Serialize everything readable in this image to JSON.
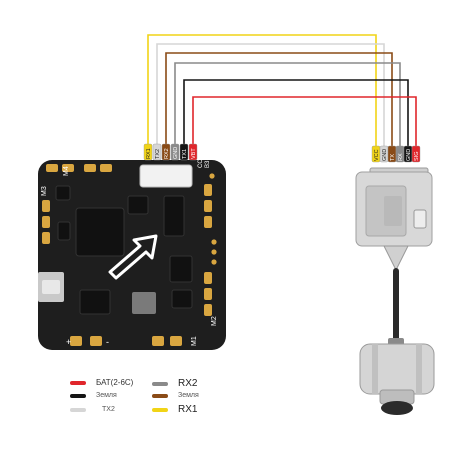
{
  "colors": {
    "red": "#e0262b",
    "black": "#151515",
    "white": "#d6d6d6",
    "gray": "#8a8a8a",
    "brown": "#8a4b16",
    "yellow": "#f1d417",
    "board": "#1e1e1e",
    "pad": "#d9a640"
  },
  "board_labels": {
    "m1": "M1",
    "m2": "M2",
    "m3": "M3",
    "m4": "M4",
    "plus": "+",
    "minus": "-",
    "cc": "CC",
    "b3": "B3"
  },
  "fc_pins": [
    "RX1",
    "TX2",
    "RX2",
    "GND",
    "TX1",
    "VBT"
  ],
  "vtx_pins": [
    "VCC",
    "GND",
    "TX",
    "RX",
    "GND",
    "SIG"
  ],
  "legend": [
    {
      "label": "БАТ(2-6С)",
      "color": "#e0262b",
      "size": "mid"
    },
    {
      "label": "Земля",
      "color": "#151515",
      "size": "small"
    },
    {
      "label": "TX2",
      "color": "#d6d6d6",
      "size": "small"
    },
    {
      "label": "RX2",
      "color": "#8a8a8a",
      "size": "big"
    },
    {
      "label": "Земля",
      "color": "#8a4b16",
      "size": "small"
    },
    {
      "label": "RX1",
      "color": "#f1d417",
      "size": "big"
    }
  ]
}
